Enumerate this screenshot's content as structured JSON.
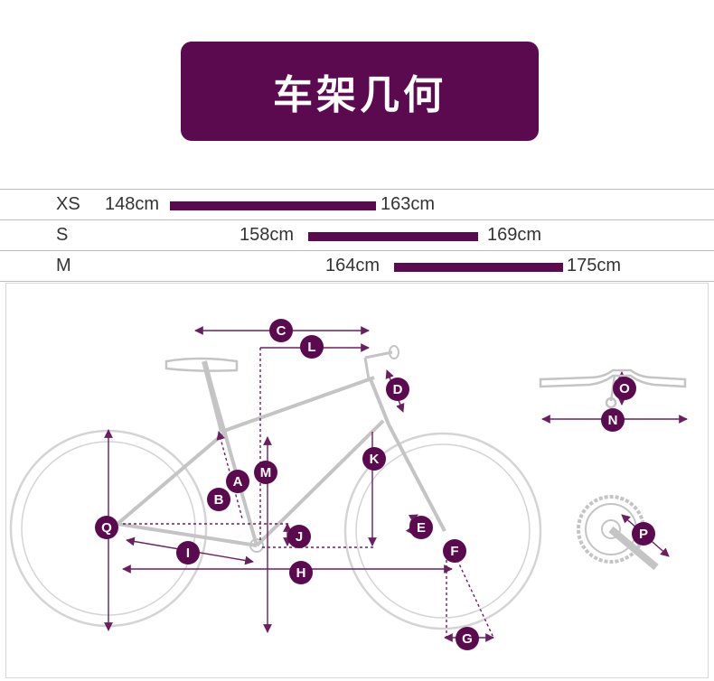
{
  "title": "车架几何",
  "sizes": [
    {
      "name": "XS",
      "min": "148cm",
      "max": "163cm"
    },
    {
      "name": "S",
      "min": "158cm",
      "max": "169cm"
    },
    {
      "name": "M",
      "min": "164cm",
      "max": "175cm"
    }
  ],
  "labels": {
    "A": "A",
    "B": "B",
    "C": "C",
    "D": "D",
    "E": "E",
    "F": "F",
    "G": "G",
    "H": "H",
    "I": "I",
    "J": "J",
    "K": "K",
    "L": "L",
    "M": "M",
    "N": "N",
    "O": "O",
    "P": "P",
    "Q": "Q"
  },
  "colors": {
    "accent": "#5b0a4f",
    "frame": "#c8c8c8",
    "dim": "#6b1f60"
  }
}
